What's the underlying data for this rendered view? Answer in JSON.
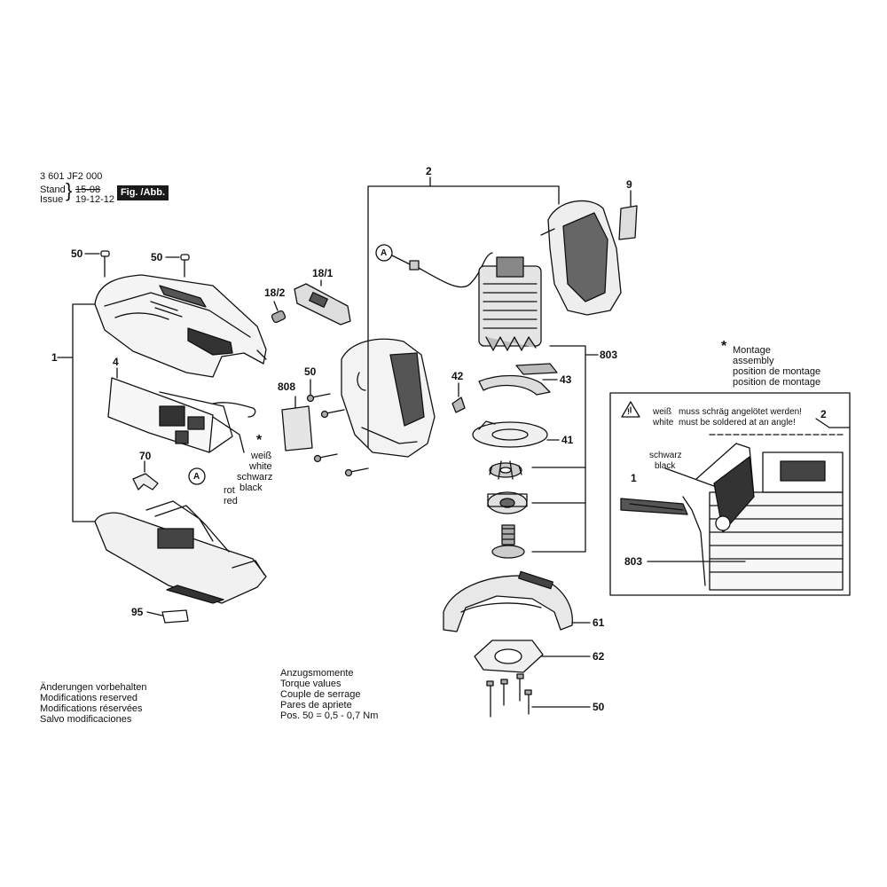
{
  "header": {
    "doc_number": "3 601 JF2 000",
    "stand_label": "Stand",
    "issue_label": "Issue",
    "stand_date_struck": "15-08",
    "issue_date": "19-12-12",
    "figure_tag": "Fig. /Abb. 1"
  },
  "part_labels": {
    "p50a": "50",
    "p50b": "50",
    "p50c": "50",
    "p50d": "50",
    "p18_1": "18/1",
    "p18_2": "18/2",
    "p1": "1",
    "p4": "4",
    "p808": "808",
    "p70": "70",
    "p95": "95",
    "p2": "2",
    "p9": "9",
    "p803": "803",
    "p43": "43",
    "p42": "42",
    "p41": "41",
    "p61": "61",
    "p62": "62",
    "pA1": "A",
    "pA2": "A",
    "star": "*"
  },
  "wire_labels": {
    "weiss": "weiß",
    "white": "white",
    "schwarz": "schwarz",
    "black": "black",
    "rot": "rot",
    "red": "red"
  },
  "montage_note": [
    "Montage",
    "assembly",
    "position de montage",
    "position de montage"
  ],
  "detail_box": {
    "warn_de_word": "weiß",
    "warn_de_text": "muss schräg angelötet werden!",
    "warn_en_word": "white",
    "warn_en_text": "must be soldered at an angle!",
    "schwarz": "schwarz",
    "black": "black",
    "label_1": "1",
    "label_2": "2",
    "label_803": "803"
  },
  "changes_note": [
    "Änderungen vorbehalten",
    "Modifications reserved",
    "Modifications réservées",
    "Salvo modificaciones"
  ],
  "torque_note": [
    "Anzugsmomente",
    "Torque values",
    "Couple de serrage",
    "Pares de apriete",
    "Pos. 50 =  0,5 - 0,7 Nm"
  ]
}
